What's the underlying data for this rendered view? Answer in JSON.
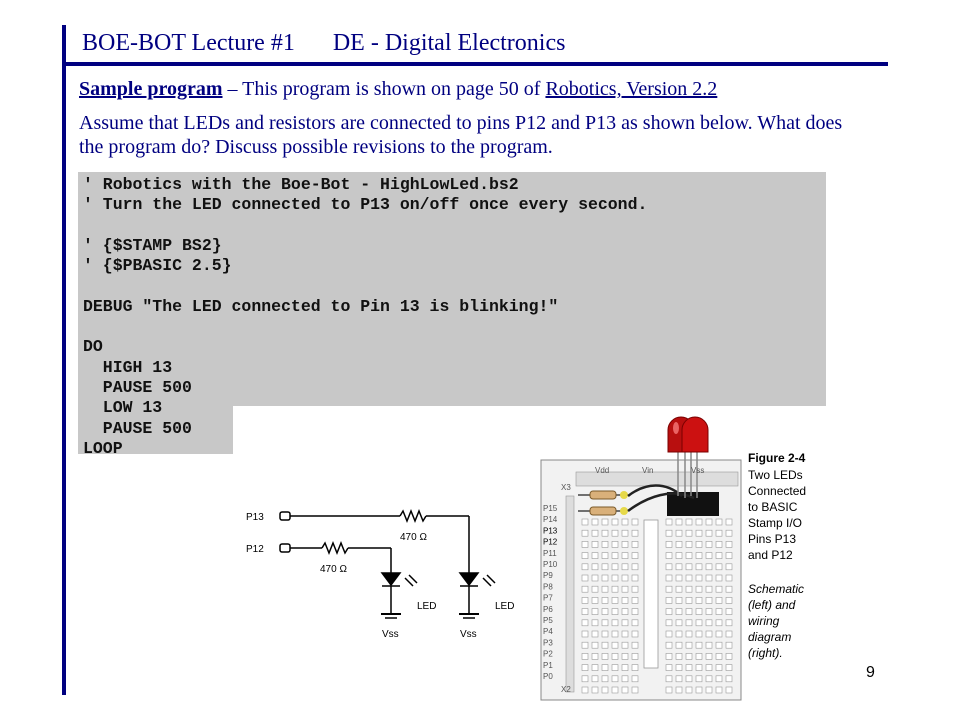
{
  "header": {
    "title": "BOE-BOT Lecture #1",
    "subtitle": "DE - Digital Electronics"
  },
  "intro": {
    "label": "Sample program",
    "text": " – This program is shown on page 50 of ",
    "book": "Robotics, Version 2.2"
  },
  "paragraph": "Assume that LEDs and resistors are connected to pins P12 and P13 as shown below.  What does the program do?  Discuss possible revisions to the program.",
  "code": [
    "' Robotics with the Boe-Bot - HighLowLed.bs2",
    "' Turn the LED connected to P13 on/off once every second.",
    "",
    "' {$STAMP BS2}",
    "' {$PBASIC 2.5}",
    "",
    "DEBUG \"The LED connected to Pin 13 is blinking!\"",
    "",
    "DO",
    "  HIGH 13",
    "  PAUSE 500",
    "  LOW 13",
    "  PAUSE 500",
    "LOOP"
  ],
  "schematic": {
    "pin_top": "P13",
    "pin_bottom": "P12",
    "resistor_top": "470 Ω",
    "resistor_bottom": "470 Ω",
    "led_left": "LED",
    "led_right": "LED",
    "vss_left": "Vss",
    "vss_right": "Vss"
  },
  "board": {
    "x3": "X3",
    "x2": "X2",
    "vdd": "Vdd",
    "vin": "Vin",
    "vss": "Vss",
    "pins": [
      "P15",
      "P14",
      "P13",
      "P12",
      "P11",
      "P10",
      "P9",
      "P8",
      "P7",
      "P6",
      "P5",
      "P4",
      "P3",
      "P2",
      "P1",
      "P0"
    ]
  },
  "caption": {
    "title": "Figure 2-4",
    "lines": [
      "Two LEDs",
      "Connected",
      "to BASIC",
      "Stamp I/O",
      "Pins P13",
      "and P12"
    ],
    "italic_lines": [
      "Schematic",
      "(left) and",
      "wiring",
      "diagram",
      "(right)."
    ]
  },
  "page_number": "9",
  "colors": {
    "accent": "#000080",
    "code_bg": "#c8c8c8",
    "led_red": "#cc1111"
  }
}
